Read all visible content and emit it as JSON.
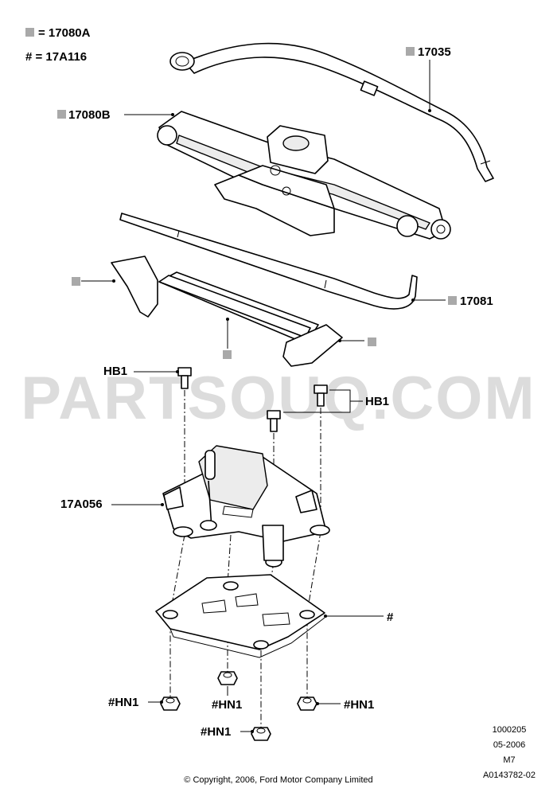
{
  "legend": {
    "key_a": "= 17080A",
    "key_b": "# = 17A116"
  },
  "labels": {
    "wrench": "17035",
    "jack": "17080B",
    "jack_handle": "17081",
    "bolt_left": "HB1",
    "bolt_right": "HB1",
    "bracket": "17A056",
    "plate": "#",
    "nut_1": "#HN1",
    "nut_2": "#HN1",
    "nut_3": "#HN1",
    "nut_4": "#HN1"
  },
  "watermark": "PARTSOUQ.COM",
  "info": {
    "line1": "1000205",
    "line2": "05-2006",
    "line3": "M7",
    "line4": "A0143782-02"
  },
  "copyright": "© Copyright, 2006, Ford Motor Company Limited",
  "colors": {
    "marker_square": "#a9a9a9",
    "watermark": "#dcdcdc"
  }
}
